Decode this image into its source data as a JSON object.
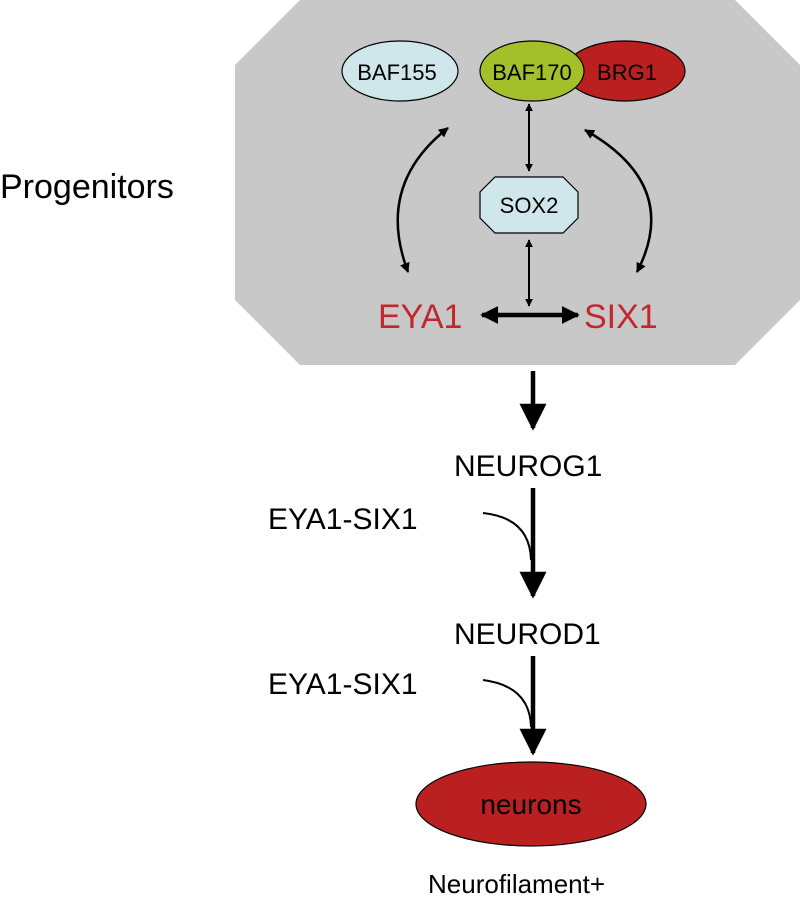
{
  "labels": {
    "progenitors": "Progenitors",
    "baf155": "BAF155",
    "baf170": "BAF170",
    "brg1": "BRG1",
    "sox2": "SOX2",
    "eya1": "EYA1",
    "six1": "SIX1",
    "neurog1": "NEUROG1",
    "eya1_six1_top": "EYA1-SIX1",
    "neurod1": "NEUROD1",
    "eya1_six1_bottom": "EYA1-SIX1",
    "neurons": "neurons",
    "neurofilament": "Neurofilament+"
  },
  "colors": {
    "panel": "#c8c8c8",
    "baf155": "#cfe6ea",
    "baf170": "#a3c02a",
    "brg1": "#bb2020",
    "sox2": "#cfe6ea",
    "neurons": "#bb2020",
    "red_text": "#c1272d"
  }
}
